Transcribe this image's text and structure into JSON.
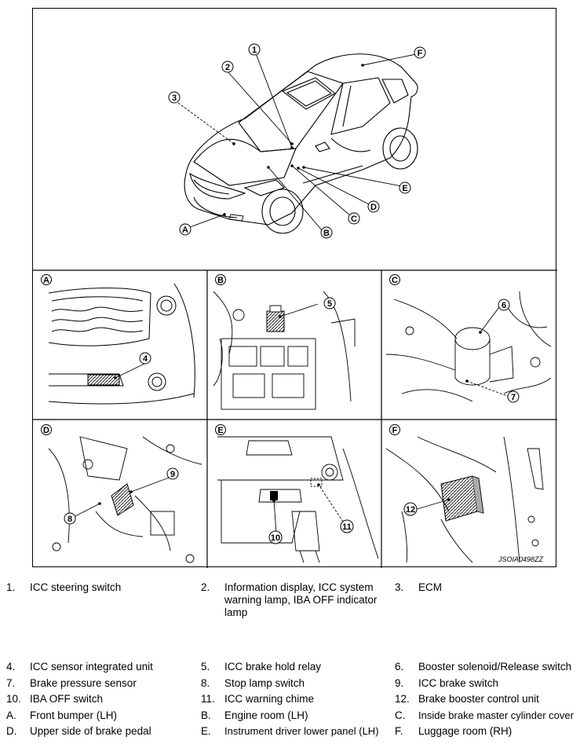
{
  "figure": {
    "code": "JSOIA0498ZZ",
    "overview_callouts": [
      {
        "label": "1"
      },
      {
        "label": "2"
      },
      {
        "label": "3"
      },
      {
        "label": "A"
      },
      {
        "label": "B"
      },
      {
        "label": "C"
      },
      {
        "label": "D"
      },
      {
        "label": "E"
      },
      {
        "label": "F"
      }
    ],
    "panels": [
      {
        "letter": "A",
        "callouts": [
          "4"
        ]
      },
      {
        "letter": "B",
        "callouts": [
          "5"
        ]
      },
      {
        "letter": "C",
        "callouts": [
          "6",
          "7"
        ]
      },
      {
        "letter": "D",
        "callouts": [
          "9",
          "8"
        ]
      },
      {
        "letter": "E",
        "callouts": [
          "11",
          "10"
        ]
      },
      {
        "letter": "F",
        "callouts": [
          "12"
        ]
      }
    ]
  },
  "legend": [
    {
      "num": "1.",
      "text": "ICC steering switch"
    },
    {
      "num": "2.",
      "text": "Information display, ICC system warning lamp, IBA OFF indicator lamp"
    },
    {
      "num": "3.",
      "text": "ECM"
    },
    {
      "num": "4.",
      "text": "ICC sensor integrated unit"
    },
    {
      "num": "5.",
      "text": "ICC brake hold relay"
    },
    {
      "num": "6.",
      "text": "Booster solenoid/Release switch"
    },
    {
      "num": "7.",
      "text": "Brake pressure sensor"
    },
    {
      "num": "8.",
      "text": "Stop lamp switch"
    },
    {
      "num": "9.",
      "text": "ICC brake switch"
    },
    {
      "num": "10.",
      "text": "IBA OFF switch"
    },
    {
      "num": "11.",
      "text": "ICC warning chime"
    },
    {
      "num": "12.",
      "text": "Brake booster control unit"
    },
    {
      "num": "A.",
      "text": "Front bumper (LH)"
    },
    {
      "num": "B.",
      "text": "Engine room (LH)"
    },
    {
      "num": "C.",
      "text": "Inside brake master cylinder cover"
    },
    {
      "num": "D.",
      "text": "Upper side of brake pedal"
    },
    {
      "num": "E.",
      "text": "Instrument driver lower panel (LH)"
    },
    {
      "num": "F.",
      "text": "Luggage room (RH)"
    }
  ]
}
